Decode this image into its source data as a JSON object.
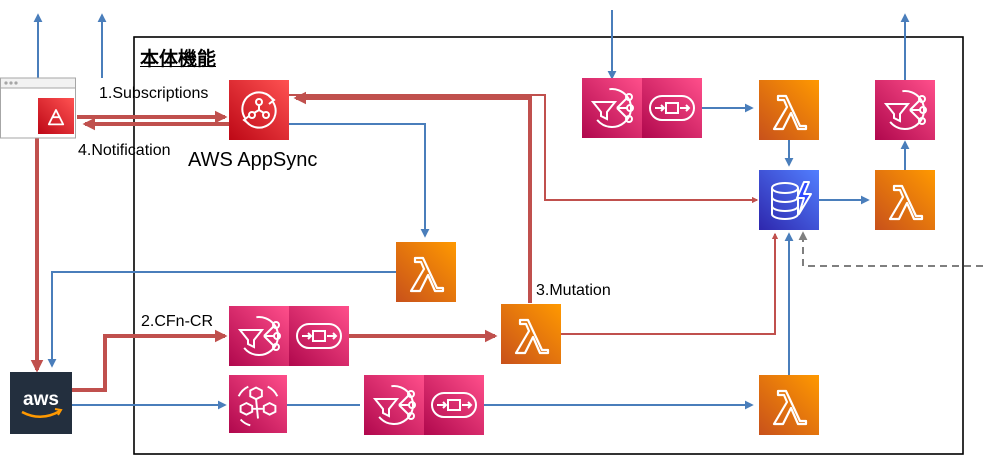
{
  "frame": {
    "title": "本体機能"
  },
  "labels": {
    "subscriptions": "1.Subscriptions",
    "cfn_cr": "2.CFn-CR",
    "mutation": "3.Mutation",
    "notification": "4.Notification",
    "appsync": "AWS AppSync"
  },
  "icons": {
    "aws_logo_text": "aws"
  },
  "colors": {
    "red_flow": "#c0504d",
    "blue_flow": "#4a7ebb",
    "pink": "#e3306f",
    "orange": "#ee7d0f",
    "blue_service": "#2e6ee0",
    "aws_dark": "#232f3e"
  }
}
